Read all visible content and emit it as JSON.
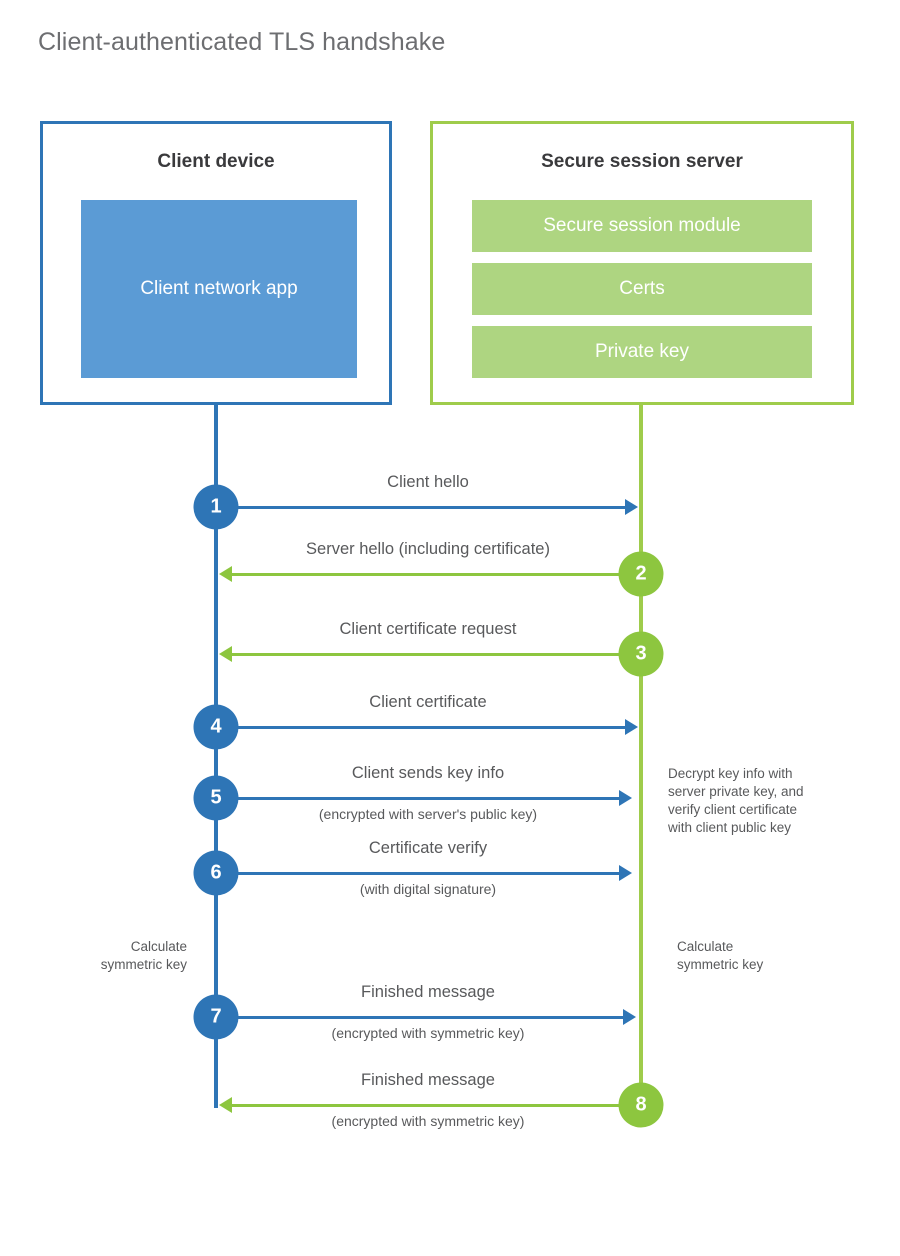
{
  "title": "Client-authenticated TLS handshake",
  "client": {
    "title": "Client device",
    "app_label": "Client network\napp"
  },
  "server": {
    "title": "Secure session server",
    "components": [
      {
        "label": "Secure session module"
      },
      {
        "label": "Certs"
      },
      {
        "label": "Private key"
      }
    ]
  },
  "colors": {
    "client_blue": "#2e75b6",
    "client_app_blue": "#5b9bd5",
    "server_green": "#9fcc4b",
    "server_bar_green": "#aed581",
    "arrow_green": "#8dc63f",
    "text_gray": "#58595b",
    "title_gray": "#6d6e71"
  },
  "messages": [
    {
      "step": "1",
      "label": "Client hello",
      "sublabel": "",
      "direction": "client-to-server",
      "color": "blue"
    },
    {
      "step": "2",
      "label": "Server hello (including certificate)",
      "sublabel": "",
      "direction": "server-to-client",
      "color": "green"
    },
    {
      "step": "3",
      "label": "Client certificate request",
      "sublabel": "",
      "direction": "server-to-client",
      "color": "green"
    },
    {
      "step": "4",
      "label": "Client certificate",
      "sublabel": "",
      "direction": "client-to-server",
      "color": "blue"
    },
    {
      "step": "5",
      "label": "Client sends key info",
      "sublabel": "(encrypted with server's public key)",
      "direction": "client-to-server",
      "color": "blue"
    },
    {
      "step": "6",
      "label": "Certificate verify",
      "sublabel": "(with digital signature)",
      "direction": "client-to-server",
      "color": "blue"
    },
    {
      "step": "7",
      "label": "Finished message",
      "sublabel": "(encrypted with symmetric key)",
      "direction": "client-to-server",
      "color": "blue"
    },
    {
      "step": "8",
      "label": "Finished message",
      "sublabel": "(encrypted with symmetric key)",
      "direction": "server-to-client",
      "color": "green"
    }
  ],
  "notes": {
    "server_decrypt": "Decrypt key info with\nserver private key, and\nverify client certificate\nwith client public key",
    "client_calculate": "Calculate\nsymmetric key",
    "server_calculate": "Calculate\nsymmetric key"
  }
}
